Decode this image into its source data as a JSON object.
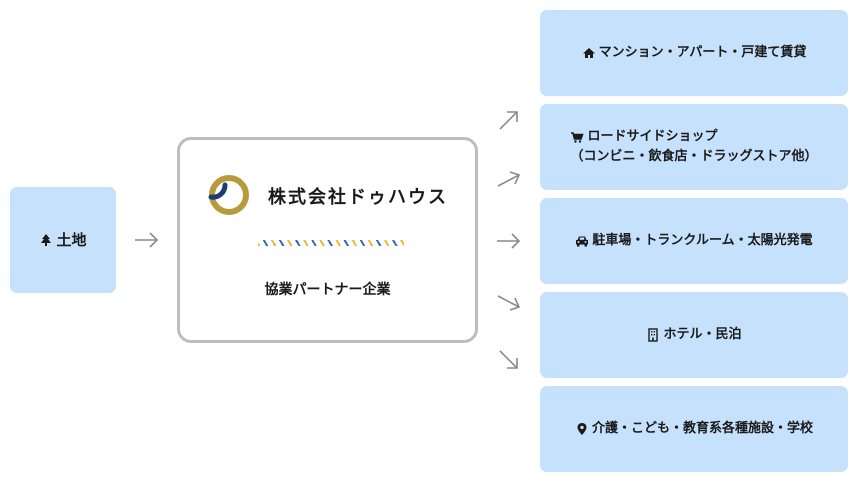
{
  "source": {
    "label": "土地",
    "icon": "tree-icon"
  },
  "center": {
    "company": "株式会社ドゥハウス",
    "partner_label": "協業パートナー企業",
    "logo_colors": {
      "gold": "#b89a3d",
      "navy": "#1d3d6e"
    }
  },
  "uses": [
    {
      "icon": "home-icon",
      "lines": [
        "マンション・アパート・戸建て賃貸"
      ]
    },
    {
      "icon": "cart-icon",
      "lines": [
        "ロードサイドショップ",
        "（コンビニ・飲食店・ドラッグストア他）"
      ]
    },
    {
      "icon": "car-icon",
      "lines": [
        "駐車場・トランクルーム・太陽光発電"
      ]
    },
    {
      "icon": "building-icon",
      "lines": [
        "ホテル・民泊"
      ]
    },
    {
      "icon": "map-pin-icon",
      "lines": [
        "介護・こども・教育系各種施設・学校"
      ]
    }
  ],
  "colors": {
    "box_fill": "#c6e1fb",
    "border": "#bdbdbd",
    "arrow": "#8a8a8a"
  }
}
